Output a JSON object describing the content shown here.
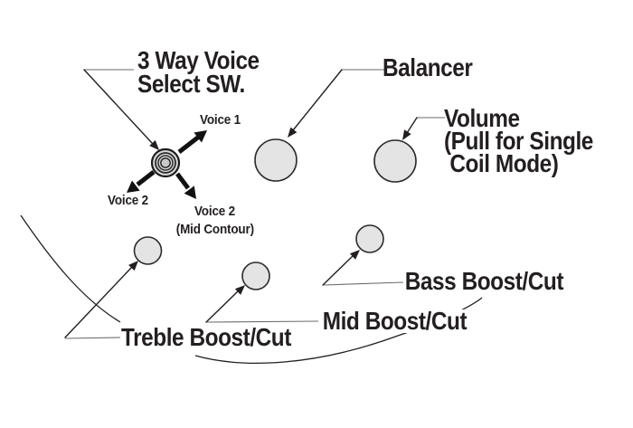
{
  "labels": {
    "voice_select": "3 Way Voice\nSelect SW.",
    "voice1": "Voice 1",
    "voice2_left": "Voice 2",
    "voice2_right": "Voice 2\n(Mid Contour)",
    "balancer": "Balancer",
    "volume": "Volume\n(Pull for Single\n Coil Mode)",
    "treble": "Treble Boost/Cut",
    "mid": "Mid Boost/Cut",
    "bass": "Bass Boost/Cut"
  },
  "controls": [
    "3-way-voice-select-switch",
    "balancer-knob",
    "volume-knob",
    "treble-boost-cut-knob",
    "mid-boost-cut-knob",
    "bass-boost-cut-knob"
  ],
  "colors": {
    "background": "#ffffff",
    "text": "#231f20",
    "line": "#231f20",
    "knob_fill": "#e4e4e4",
    "knob_stroke": "#2b2b2b"
  }
}
